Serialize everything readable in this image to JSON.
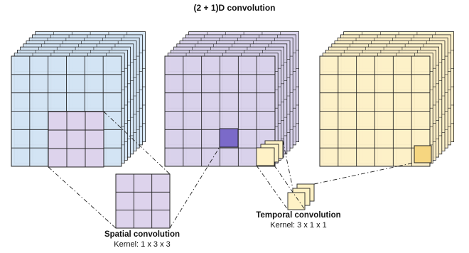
{
  "title": "(2 + 1)D convolution",
  "spatial": {
    "title": "Spatial convolution",
    "kernel": "Kernel: 1 x 3 x 3"
  },
  "temporal": {
    "title": "Temporal convolution",
    "kernel": "Kernel: 3 x 1 x 1"
  },
  "colors": {
    "input_volume": "#d3e4f3",
    "intermediate_volume": "#d9d2eb",
    "output_volume": "#fdf0c8",
    "spatial_kernel": "#ddd3ec",
    "spatial_output_cell": "#7b6ac9",
    "temporal_kernel": "#fff2c6",
    "output_cell": "#f6d680",
    "grid_line": "#222222"
  }
}
